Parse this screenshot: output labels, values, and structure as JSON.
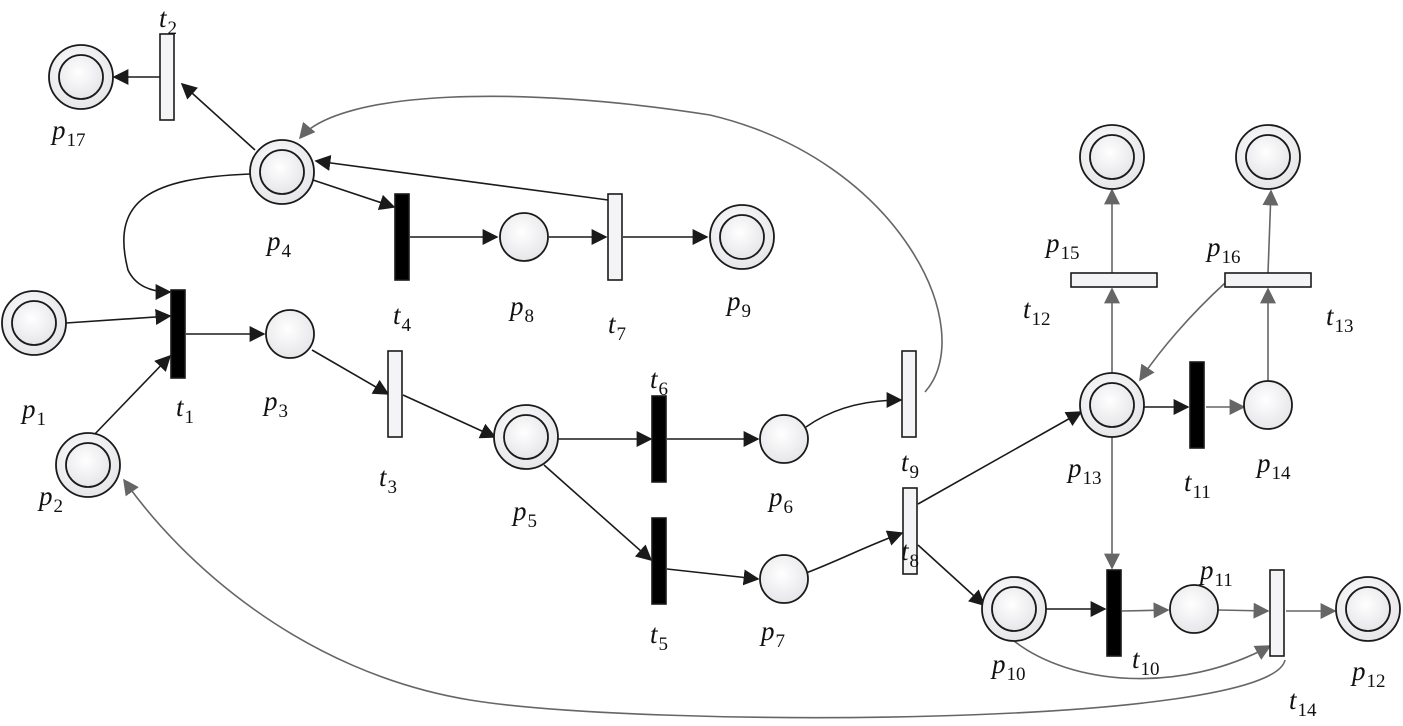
{
  "diagram": {
    "places": [
      {
        "id": "p1",
        "label": {
          "base": "p",
          "sub": "1"
        },
        "final": true
      },
      {
        "id": "p2",
        "label": {
          "base": "p",
          "sub": "2"
        },
        "final": true
      },
      {
        "id": "p3",
        "label": {
          "base": "p",
          "sub": "3"
        },
        "final": false
      },
      {
        "id": "p4",
        "label": {
          "base": "p",
          "sub": "4"
        },
        "final": true
      },
      {
        "id": "p5",
        "label": {
          "base": "p",
          "sub": "5"
        },
        "final": true
      },
      {
        "id": "p6",
        "label": {
          "base": "p",
          "sub": "6"
        },
        "final": false
      },
      {
        "id": "p7",
        "label": {
          "base": "p",
          "sub": "7"
        },
        "final": false
      },
      {
        "id": "p8",
        "label": {
          "base": "p",
          "sub": "8"
        },
        "final": false
      },
      {
        "id": "p9",
        "label": {
          "base": "p",
          "sub": "9"
        },
        "final": true
      },
      {
        "id": "p10",
        "label": {
          "base": "p",
          "sub": "10"
        },
        "final": true
      },
      {
        "id": "p11",
        "label": {
          "base": "p",
          "sub": "11"
        },
        "final": false
      },
      {
        "id": "p12",
        "label": {
          "base": "p",
          "sub": "12"
        },
        "final": true
      },
      {
        "id": "p13",
        "label": {
          "base": "p",
          "sub": "13"
        },
        "final": true
      },
      {
        "id": "p14",
        "label": {
          "base": "p",
          "sub": "14"
        },
        "final": false
      },
      {
        "id": "p15",
        "label": {
          "base": "p",
          "sub": "15"
        },
        "final": true
      },
      {
        "id": "p16",
        "label": {
          "base": "p",
          "sub": "16"
        },
        "final": true
      },
      {
        "id": "p17",
        "label": {
          "base": "p",
          "sub": "17"
        },
        "final": true
      }
    ],
    "transitions": [
      {
        "id": "t1",
        "label": {
          "base": "t",
          "sub": "1"
        },
        "kind": "timed"
      },
      {
        "id": "t2",
        "label": {
          "base": "t",
          "sub": "2"
        },
        "kind": "immediate"
      },
      {
        "id": "t3",
        "label": {
          "base": "t",
          "sub": "3"
        },
        "kind": "immediate"
      },
      {
        "id": "t4",
        "label": {
          "base": "t",
          "sub": "4"
        },
        "kind": "timed"
      },
      {
        "id": "t5",
        "label": {
          "base": "t",
          "sub": "5"
        },
        "kind": "timed"
      },
      {
        "id": "t6",
        "label": {
          "base": "t",
          "sub": "6"
        },
        "kind": "timed"
      },
      {
        "id": "t7",
        "label": {
          "base": "t",
          "sub": "7"
        },
        "kind": "immediate"
      },
      {
        "id": "t8",
        "label": {
          "base": "t",
          "sub": "8"
        },
        "kind": "immediate"
      },
      {
        "id": "t9",
        "label": {
          "base": "t",
          "sub": "9"
        },
        "kind": "immediate"
      },
      {
        "id": "t10",
        "label": {
          "base": "t",
          "sub": "10"
        },
        "kind": "timed"
      },
      {
        "id": "t11",
        "label": {
          "base": "t",
          "sub": "11"
        },
        "kind": "timed"
      },
      {
        "id": "t12",
        "label": {
          "base": "t",
          "sub": "12"
        },
        "kind": "immediate"
      },
      {
        "id": "t13",
        "label": {
          "base": "t",
          "sub": "13"
        },
        "kind": "immediate"
      },
      {
        "id": "t14",
        "label": {
          "base": "t",
          "sub": "14"
        },
        "kind": "immediate"
      }
    ],
    "arcs": [
      {
        "from": "p1",
        "to": "t1"
      },
      {
        "from": "p2",
        "to": "t1"
      },
      {
        "from": "p4",
        "to": "t1"
      },
      {
        "from": "t1",
        "to": "p3"
      },
      {
        "from": "p4",
        "to": "t2"
      },
      {
        "from": "t2",
        "to": "p17"
      },
      {
        "from": "p4",
        "to": "t4"
      },
      {
        "from": "t4",
        "to": "p8"
      },
      {
        "from": "p8",
        "to": "t7"
      },
      {
        "from": "t7",
        "to": "p9"
      },
      {
        "from": "t7",
        "to": "p4"
      },
      {
        "from": "t9",
        "to": "p4"
      },
      {
        "from": "p3",
        "to": "t3"
      },
      {
        "from": "t3",
        "to": "p5"
      },
      {
        "from": "p5",
        "to": "t6"
      },
      {
        "from": "t6",
        "to": "p6"
      },
      {
        "from": "p6",
        "to": "t9"
      },
      {
        "from": "p5",
        "to": "t5"
      },
      {
        "from": "t5",
        "to": "p7"
      },
      {
        "from": "p7",
        "to": "t8"
      },
      {
        "from": "t8",
        "to": "p13"
      },
      {
        "from": "t8",
        "to": "p10"
      },
      {
        "from": "p13",
        "to": "t11"
      },
      {
        "from": "t11",
        "to": "p14"
      },
      {
        "from": "p14",
        "to": "t13"
      },
      {
        "from": "t13",
        "to": "p16"
      },
      {
        "from": "t13",
        "to": "p13"
      },
      {
        "from": "p13",
        "to": "t12"
      },
      {
        "from": "t12",
        "to": "p15"
      },
      {
        "from": "p13",
        "to": "t10"
      },
      {
        "from": "p10",
        "to": "t10"
      },
      {
        "from": "t10",
        "to": "p11"
      },
      {
        "from": "p11",
        "to": "t14"
      },
      {
        "from": "p10",
        "to": "t14"
      },
      {
        "from": "t14",
        "to": "p12"
      },
      {
        "from": "t14",
        "to": "p2"
      }
    ]
  },
  "colors": {
    "stroke": "#1a1a1a",
    "stroke_light": "#666666",
    "fill_place": "#f4f4f6",
    "fill_timed": "#000000",
    "fill_immediate": "#f4f4f6"
  }
}
